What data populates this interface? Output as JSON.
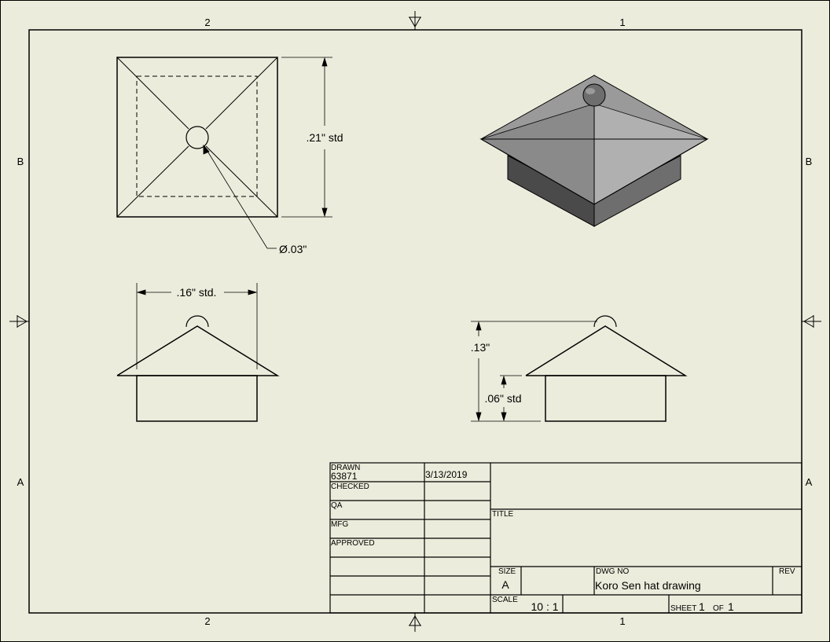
{
  "zones": {
    "top": [
      "2",
      "1"
    ],
    "bottom": [
      "2",
      "1"
    ],
    "left": [
      "B",
      "A"
    ],
    "right": [
      "B",
      "A"
    ]
  },
  "dimensions": {
    "top_view_height": ".21\" std",
    "knob_diameter": "Ø.03\"",
    "front_width": ".16\" std.",
    "side_total_height": ".13\"",
    "side_base_height": ".06\" std"
  },
  "title_block": {
    "drawn_label": "DRAWN",
    "drawn_by": "63871",
    "drawn_date": "3/13/2019",
    "checked_label": "CHECKED",
    "qa_label": "QA",
    "mfg_label": "MFG",
    "approved_label": "APPROVED",
    "title_label": "TITLE",
    "size_label": "SIZE",
    "size_value": "A",
    "dwg_no_label": "DWG NO",
    "dwg_no_value": "Koro Sen hat drawing",
    "rev_label": "REV",
    "scale_label": "SCALE",
    "scale_value": "10 : 1",
    "sheet_label": "SHEET",
    "sheet_number": "1",
    "of_label": "OF",
    "sheet_total": "1"
  },
  "colors": {
    "background": "#ececdc",
    "line": "#000000",
    "roof_left": "#8a8a8a",
    "roof_right": "#b0b0b0",
    "roof_back": "#9a9a9a",
    "base_left": "#4a4a4a",
    "base_right": "#6e6e6e"
  }
}
